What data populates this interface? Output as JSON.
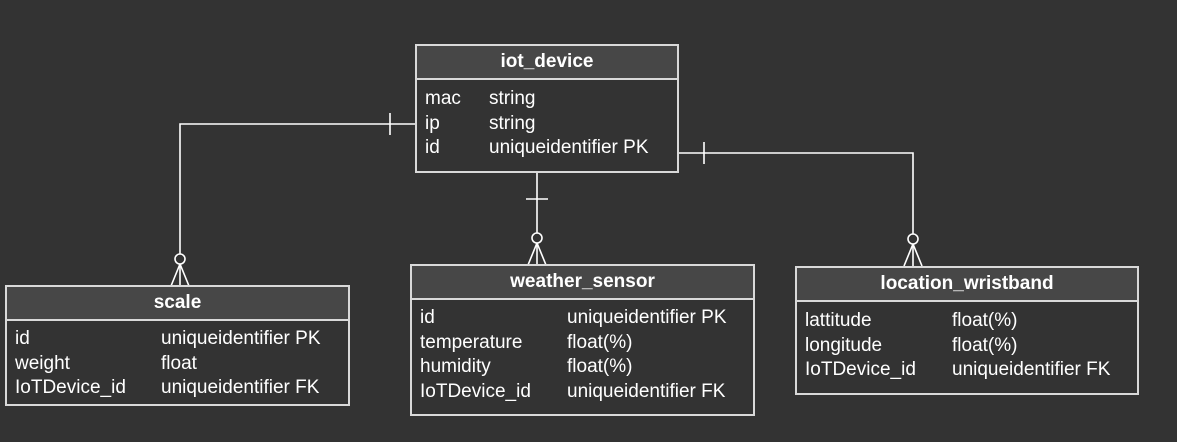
{
  "entities": {
    "iot_device": {
      "name": "iot_device",
      "attributes": [
        {
          "name": "mac",
          "type": "string"
        },
        {
          "name": "ip",
          "type": "string"
        },
        {
          "name": "id",
          "type": "uniqueidentifier PK"
        }
      ]
    },
    "scale": {
      "name": "scale",
      "attributes": [
        {
          "name": "id",
          "type": "uniqueidentifier PK"
        },
        {
          "name": "weight",
          "type": "float"
        },
        {
          "name": "IoTDevice_id",
          "type": "uniqueidentifier FK"
        }
      ]
    },
    "weather_sensor": {
      "name": "weather_sensor",
      "attributes": [
        {
          "name": "id",
          "type": "uniqueidentifier PK"
        },
        {
          "name": "temperature",
          "type": "float(%)"
        },
        {
          "name": "humidity",
          "type": "float(%)"
        },
        {
          "name": "IoTDevice_id",
          "type": "uniqueidentifier FK"
        }
      ]
    },
    "location_wristband": {
      "name": "location_wristband",
      "attributes": [
        {
          "name": "lattitude",
          "type": "float(%)"
        },
        {
          "name": "longitude",
          "type": "float(%)"
        },
        {
          "name": "IoTDevice_id",
          "type": "uniqueidentifier FK"
        }
      ]
    }
  },
  "relationships": [
    {
      "from": "iot_device",
      "from_cardinality": "one",
      "to": "scale",
      "to_cardinality": "zero-or-many"
    },
    {
      "from": "iot_device",
      "from_cardinality": "one",
      "to": "weather_sensor",
      "to_cardinality": "zero-or-many"
    },
    {
      "from": "iot_device",
      "from_cardinality": "one",
      "to": "location_wristband",
      "to_cardinality": "zero-or-many"
    }
  ],
  "colors": {
    "background": "#333333",
    "header_fill": "#474747",
    "border": "#d9d9d9",
    "line": "#ffffff",
    "text": "#ffffff"
  }
}
